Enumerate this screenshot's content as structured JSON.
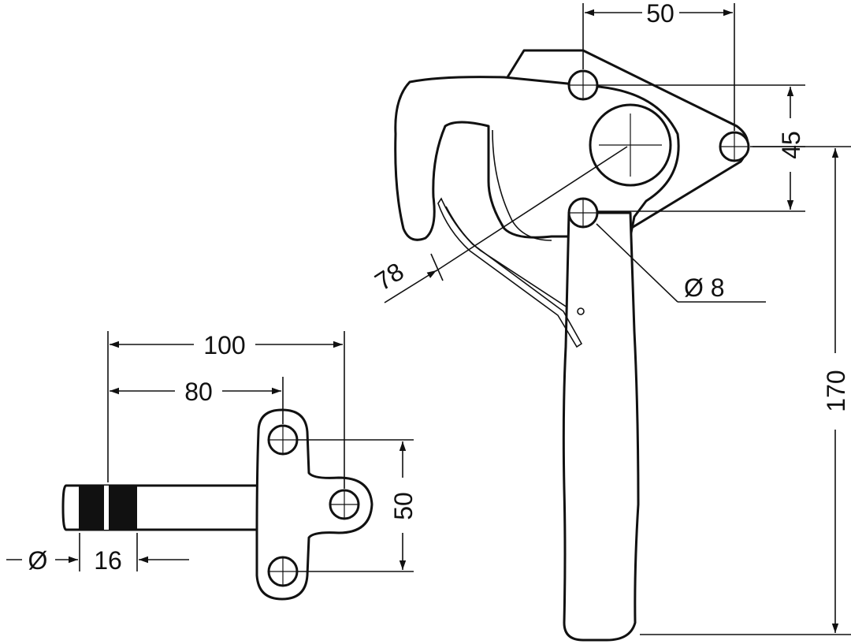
{
  "dimensions": {
    "latch_hole_spacing_top": "50",
    "latch_hole_spacing_vertical": "45",
    "latch_total_height": "170",
    "hook_reach": "78",
    "hole_diameter": "Ø 8",
    "keeper_length_total": "100",
    "keeper_length_to_plate": "80",
    "keeper_plate_height": "50",
    "pin_diameter_symbol": "Ø",
    "pin_diameter_value": "16"
  },
  "colors": {
    "line": "#111111",
    "background": "#ffffff"
  }
}
